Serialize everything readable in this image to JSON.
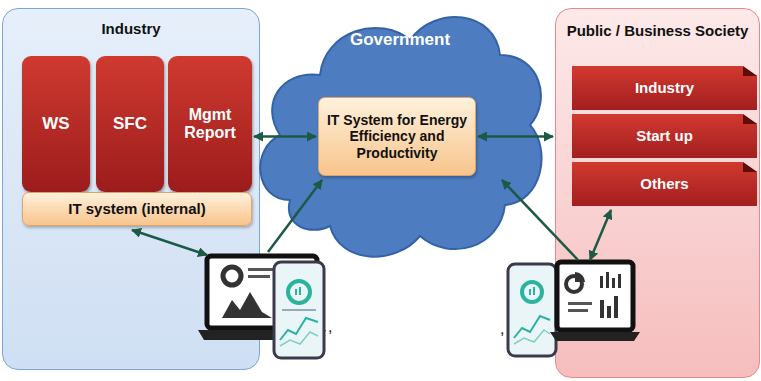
{
  "diagram": {
    "nodes": [
      {
        "text": [
          "Industry"
        ]
      },
      {
        "text": [
          "WS"
        ],
        "in": 0
      },
      {
        "text": [
          "SFC"
        ],
        "in": 0
      },
      {
        "text": [
          "Mgmt Report"
        ],
        "in": 0
      },
      {
        "text": [
          "IT system (internal)"
        ],
        "in": 0
      },
      {
        "text": [
          "Government"
        ]
      },
      {
        "text": [
          "IT System for Energy Efficiency and Productivity"
        ],
        "in": 5
      },
      {
        "text": [
          "Public / Business Society"
        ]
      },
      {
        "text": [
          "Industry"
        ],
        "in": 7
      },
      {
        "text": [
          "Start up"
        ],
        "in": 7
      },
      {
        "text": [
          "Others"
        ],
        "in": 7
      }
    ],
    "edges": [
      {
        "from": 3,
        "to": 6,
        "arrow": "both"
      },
      {
        "from": 6,
        "to": 7,
        "arrow": "both"
      }
    ],
    "labels": [
      ",",
      ","
    ]
  }
}
